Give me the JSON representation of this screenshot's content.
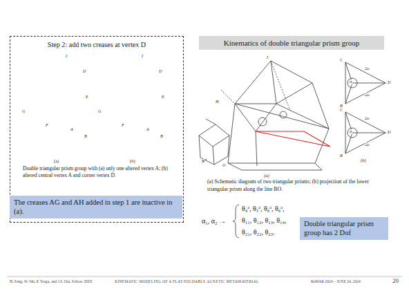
{
  "diagram": {
    "title": "Kinematics of double triangular prism group",
    "nodes": [
      {
        "text": [
          "Step 2: add two creases at vertex D",
          "Double triangular prism group with (a) only one altered vertex A; (b) altered central vertex A and corner vertex D."
        ]
      },
      {
        "text": [
          "The creases AG and AH added in step 1 are inactive in (a)."
        ],
        "in": 0
      },
      {
        "text": [
          "Kinematics of double triangular prism group"
        ]
      },
      {
        "text": [
          "Double triangular prism group has 2 Dof"
        ]
      }
    ],
    "edges": [],
    "labels": [
      "(a)",
      "(b)",
      "I",
      "D",
      "G",
      "E",
      "F",
      "A",
      "B",
      "I",
      "D",
      "G",
      "E",
      "F",
      "A",
      "B",
      "I",
      "H",
      "O",
      "S⁰",
      "(a)",
      "(b)",
      "C",
      "α₁",
      "D",
      "B",
      "2ω",
      "2ω",
      "C",
      "α₂",
      "D",
      "B",
      "2ω",
      "2ω",
      "(a) Schematic diagram of two triangular prisms; (b) projection of the lower triangular prism along the line BO.",
      "α₁, α₂ →",
      "θ₄ᵃ, θ₅ᵃ, θ₆ᵃ, θ₆ᵃ,",
      "θ₁₁, θ₁₂, θ₁₃, θ₁₄,",
      "θ₂₁, θ₂₂, θ₂₃.",
      "H. Feng, W. Shi, P. Trogu, and J.S. Dai, Fellow, IEEE",
      "KINEMATIC MODELING OF A FLAT-FOLDABLE AUXETIC METAMATERIAL",
      "ReMAR 2024 – JUNE 24, 2024",
      "20"
    ]
  }
}
